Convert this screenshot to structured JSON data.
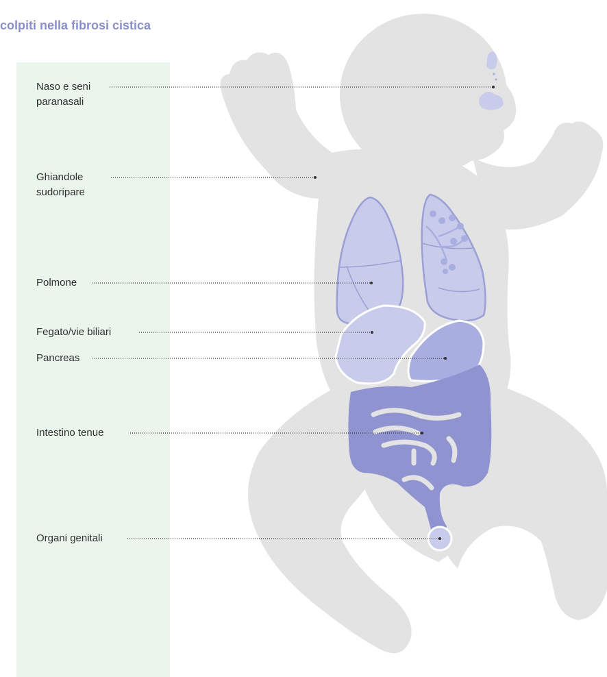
{
  "title": "colpiti nella fibrosi cistica",
  "colors": {
    "title": "#8a8fcc",
    "panel": "#eaf5ec",
    "silhouette": "#e3e3e3",
    "organ_light": "#c8cbea",
    "organ_mid": "#a9aee0",
    "organ_dark": "#8f94d0",
    "organ_outline": "#9a9fd6",
    "leader": "#333333"
  },
  "labels": {
    "naso": "Naso e seni paranasali",
    "ghiandole": "Ghiandole sudoripare",
    "polmone": "Polmone",
    "fegato": "Fegato/vie biliari",
    "pancreas": "Pancreas",
    "intestino": "Intestino tenue",
    "genitali": "Organi genitali"
  }
}
